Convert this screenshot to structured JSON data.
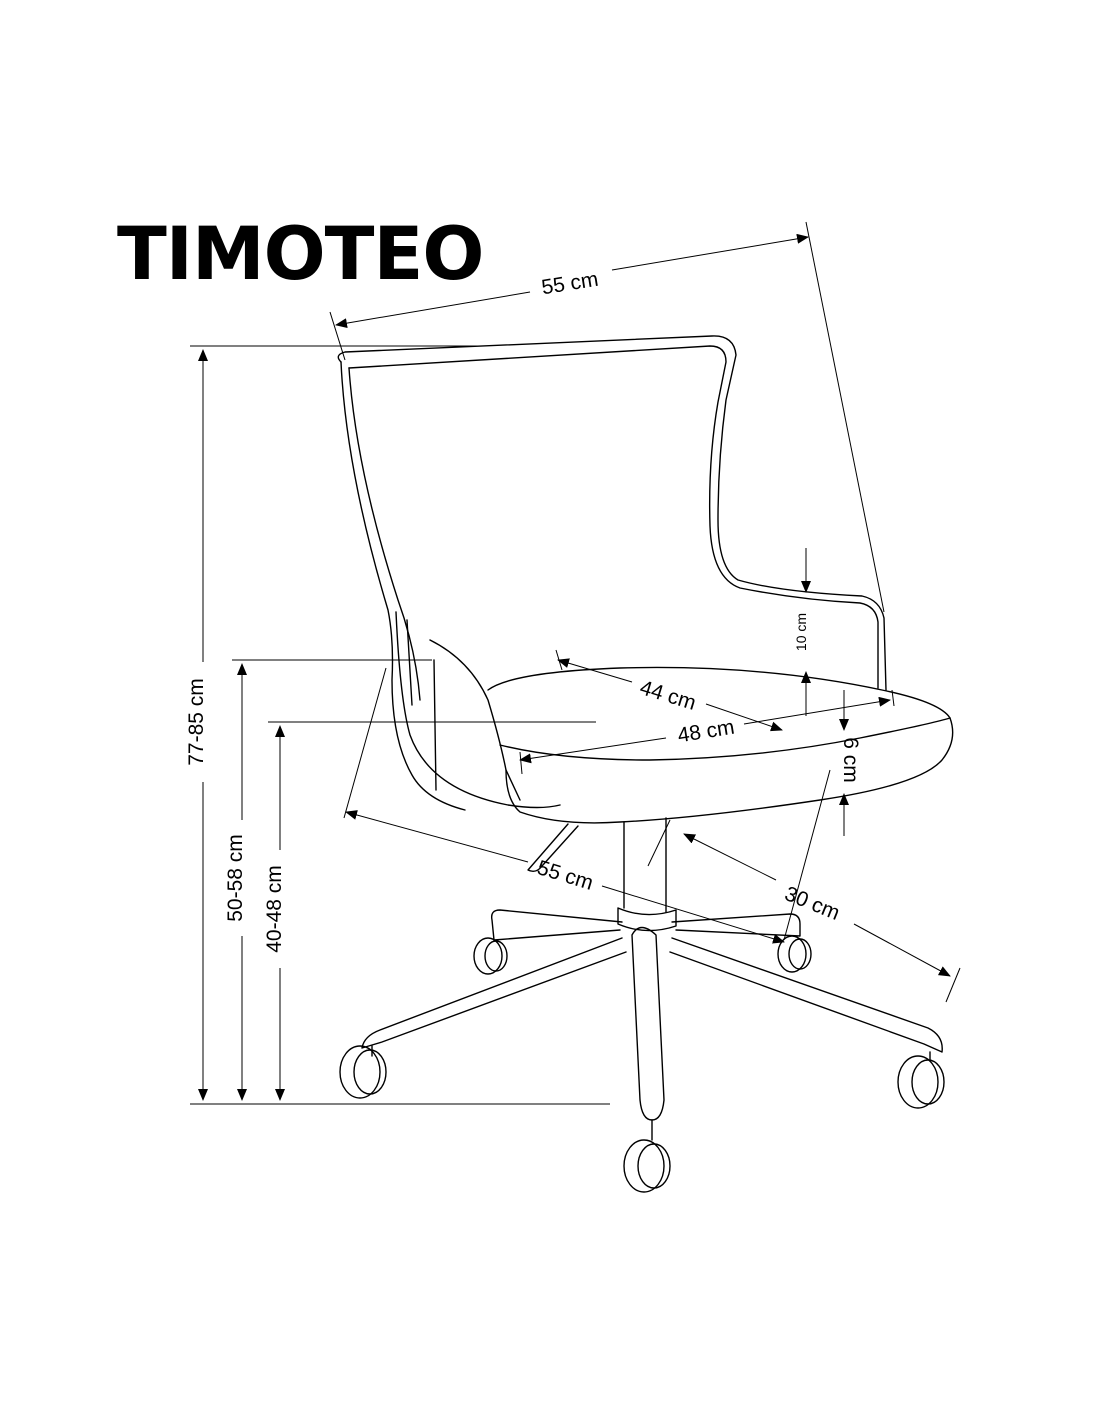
{
  "title": "TIMOTEO",
  "dimensions": {
    "width_top": "55 cm",
    "total_height": "77-85 cm",
    "armrest_height": "50-58 cm",
    "seat_height": "40-48 cm",
    "seat_depth": "44 cm",
    "seat_width": "48 cm",
    "armrest_thickness": "10 cm",
    "seat_thickness": "6 cm",
    "base_width": "55 cm",
    "base_radius": "30 cm"
  },
  "colors": {
    "line": "#000000",
    "background": "#ffffff"
  }
}
